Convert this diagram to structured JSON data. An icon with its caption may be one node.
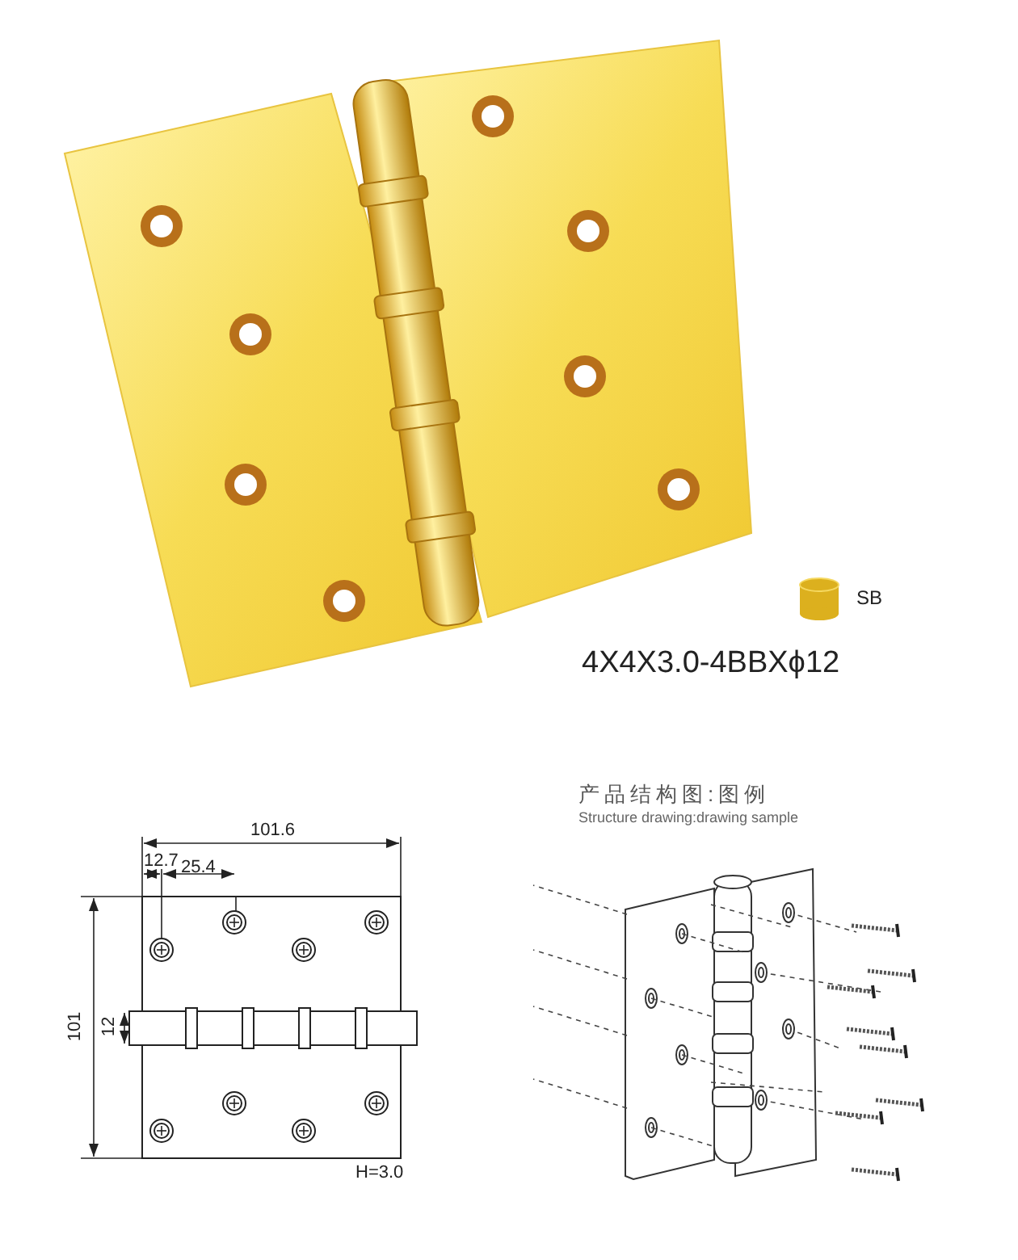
{
  "diagram": {
    "labels": [
      "4X4X3.0-4BBXϕ12",
      "产品结构图:图例",
      "Structure drawing:drawing sample",
      "101.6",
      "12.7",
      "25.4",
      "101",
      "12",
      "H=3.0"
    ],
    "legend": [
      {
        "text": "SB",
        "color": "#dcb01e"
      }
    ]
  }
}
